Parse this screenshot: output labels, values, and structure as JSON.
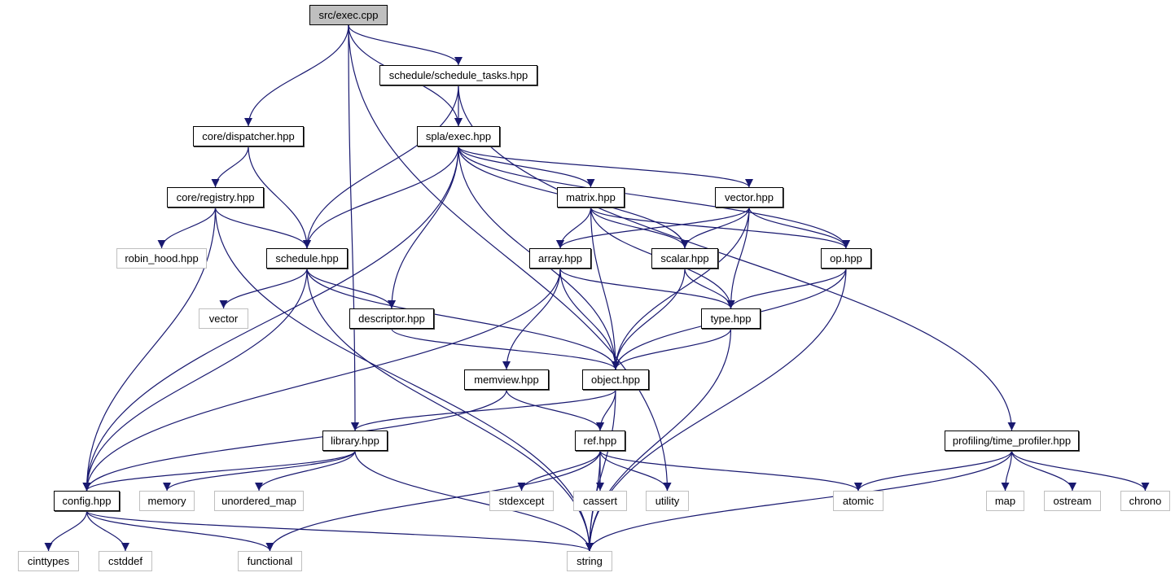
{
  "diagram": {
    "type": "include-dependency-graph",
    "edge_color": "#191970",
    "root_fill_color": "#bfbfbf",
    "external_border_color": "#bfbfbf",
    "nodes": [
      {
        "id": "exec_cpp",
        "label": "src/exec.cpp",
        "kind": "root"
      },
      {
        "id": "schedule_tasks",
        "label": "schedule/schedule_tasks.hpp",
        "kind": "local"
      },
      {
        "id": "dispatcher",
        "label": "core/dispatcher.hpp",
        "kind": "local"
      },
      {
        "id": "spla_exec",
        "label": "spla/exec.hpp",
        "kind": "local"
      },
      {
        "id": "registry",
        "label": "core/registry.hpp",
        "kind": "local"
      },
      {
        "id": "matrix",
        "label": "matrix.hpp",
        "kind": "local"
      },
      {
        "id": "vector_hpp",
        "label": "vector.hpp",
        "kind": "local"
      },
      {
        "id": "robin_hood",
        "label": "robin_hood.hpp",
        "kind": "external"
      },
      {
        "id": "schedule",
        "label": "schedule.hpp",
        "kind": "local"
      },
      {
        "id": "array",
        "label": "array.hpp",
        "kind": "local"
      },
      {
        "id": "scalar",
        "label": "scalar.hpp",
        "kind": "local"
      },
      {
        "id": "op",
        "label": "op.hpp",
        "kind": "local"
      },
      {
        "id": "vector",
        "label": "vector",
        "kind": "external"
      },
      {
        "id": "descriptor",
        "label": "descriptor.hpp",
        "kind": "local"
      },
      {
        "id": "type",
        "label": "type.hpp",
        "kind": "local"
      },
      {
        "id": "memview",
        "label": "memview.hpp",
        "kind": "local"
      },
      {
        "id": "object",
        "label": "object.hpp",
        "kind": "local"
      },
      {
        "id": "library",
        "label": "library.hpp",
        "kind": "local"
      },
      {
        "id": "ref",
        "label": "ref.hpp",
        "kind": "local"
      },
      {
        "id": "time_profiler",
        "label": "profiling/time_profiler.hpp",
        "kind": "local"
      },
      {
        "id": "config",
        "label": "config.hpp",
        "kind": "local"
      },
      {
        "id": "memory",
        "label": "memory",
        "kind": "external"
      },
      {
        "id": "unordered_map",
        "label": "unordered_map",
        "kind": "external"
      },
      {
        "id": "stdexcept",
        "label": "stdexcept",
        "kind": "external"
      },
      {
        "id": "cassert",
        "label": "cassert",
        "kind": "external"
      },
      {
        "id": "utility",
        "label": "utility",
        "kind": "external"
      },
      {
        "id": "atomic",
        "label": "atomic",
        "kind": "external"
      },
      {
        "id": "map",
        "label": "map",
        "kind": "external"
      },
      {
        "id": "ostream",
        "label": "ostream",
        "kind": "external"
      },
      {
        "id": "chrono",
        "label": "chrono",
        "kind": "external"
      },
      {
        "id": "cinttypes",
        "label": "cinttypes",
        "kind": "external"
      },
      {
        "id": "cstddef",
        "label": "cstddef",
        "kind": "external"
      },
      {
        "id": "functional",
        "label": "functional",
        "kind": "external"
      },
      {
        "id": "string",
        "label": "string",
        "kind": "external"
      }
    ],
    "edges": [
      [
        "exec_cpp",
        "schedule_tasks"
      ],
      [
        "exec_cpp",
        "dispatcher"
      ],
      [
        "exec_cpp",
        "spla_exec"
      ],
      [
        "exec_cpp",
        "library"
      ],
      [
        "exec_cpp",
        "utility"
      ],
      [
        "schedule_tasks",
        "spla_exec"
      ],
      [
        "schedule_tasks",
        "schedule"
      ],
      [
        "schedule_tasks",
        "time_profiler"
      ],
      [
        "dispatcher",
        "registry"
      ],
      [
        "dispatcher",
        "schedule"
      ],
      [
        "spla_exec",
        "config"
      ],
      [
        "spla_exec",
        "schedule"
      ],
      [
        "spla_exec",
        "descriptor"
      ],
      [
        "spla_exec",
        "matrix"
      ],
      [
        "spla_exec",
        "vector_hpp"
      ],
      [
        "spla_exec",
        "scalar"
      ],
      [
        "spla_exec",
        "op"
      ],
      [
        "spla_exec",
        "object"
      ],
      [
        "registry",
        "robin_hood"
      ],
      [
        "registry",
        "schedule"
      ],
      [
        "registry",
        "config"
      ],
      [
        "registry",
        "string"
      ],
      [
        "matrix",
        "array"
      ],
      [
        "matrix",
        "scalar"
      ],
      [
        "matrix",
        "type"
      ],
      [
        "matrix",
        "op"
      ],
      [
        "matrix",
        "object"
      ],
      [
        "vector_hpp",
        "array"
      ],
      [
        "vector_hpp",
        "scalar"
      ],
      [
        "vector_hpp",
        "type"
      ],
      [
        "vector_hpp",
        "op"
      ],
      [
        "vector_hpp",
        "object"
      ],
      [
        "schedule",
        "vector"
      ],
      [
        "schedule",
        "descriptor"
      ],
      [
        "schedule",
        "object"
      ],
      [
        "schedule",
        "config"
      ],
      [
        "schedule",
        "string"
      ],
      [
        "array",
        "memview"
      ],
      [
        "array",
        "object"
      ],
      [
        "array",
        "type"
      ],
      [
        "array",
        "config"
      ],
      [
        "scalar",
        "type"
      ],
      [
        "scalar",
        "object"
      ],
      [
        "op",
        "type"
      ],
      [
        "op",
        "object"
      ],
      [
        "op",
        "string"
      ],
      [
        "descriptor",
        "object"
      ],
      [
        "type",
        "object"
      ],
      [
        "type",
        "string"
      ],
      [
        "memview",
        "ref"
      ],
      [
        "memview",
        "config"
      ],
      [
        "object",
        "ref"
      ],
      [
        "object",
        "library"
      ],
      [
        "object",
        "string"
      ],
      [
        "library",
        "config"
      ],
      [
        "library",
        "memory"
      ],
      [
        "library",
        "unordered_map"
      ],
      [
        "library",
        "string"
      ],
      [
        "ref",
        "stdexcept"
      ],
      [
        "ref",
        "cassert"
      ],
      [
        "ref",
        "utility"
      ],
      [
        "ref",
        "atomic"
      ],
      [
        "ref",
        "functional"
      ],
      [
        "ref",
        "string"
      ],
      [
        "time_profiler",
        "atomic"
      ],
      [
        "time_profiler",
        "map"
      ],
      [
        "time_profiler",
        "ostream"
      ],
      [
        "time_profiler",
        "chrono"
      ],
      [
        "time_profiler",
        "string"
      ],
      [
        "config",
        "cinttypes"
      ],
      [
        "config",
        "cstddef"
      ],
      [
        "config",
        "functional"
      ],
      [
        "config",
        "string"
      ]
    ]
  }
}
